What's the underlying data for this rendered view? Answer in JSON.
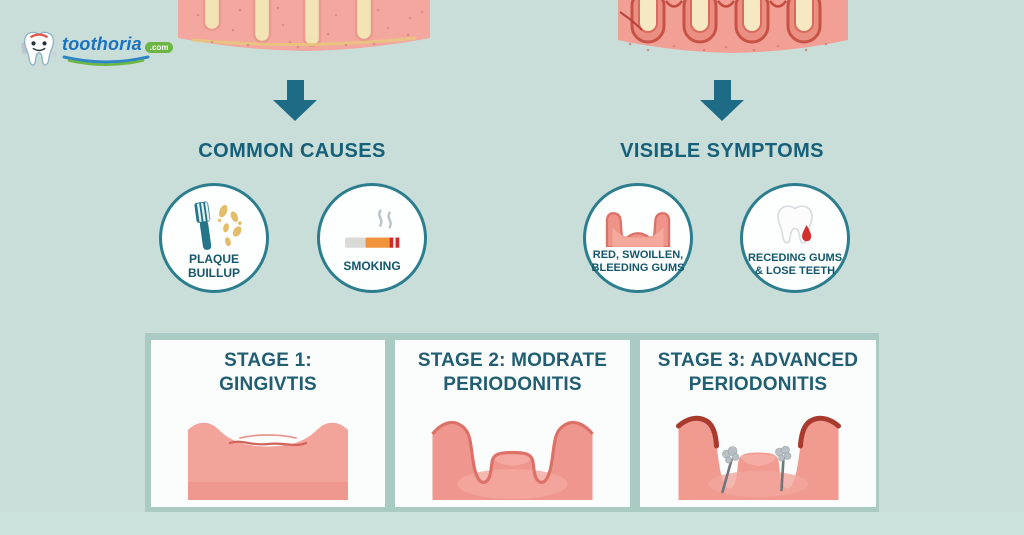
{
  "colors": {
    "background": "#c9ded9",
    "accent": "#1d6b85",
    "heading": "#16607a",
    "circle_border": "#2c7e8e",
    "label_text": "#14576b",
    "stage_title": "#215e72",
    "panel_gap": "#a9cbc4",
    "panel_bg": "#fbfdfd",
    "bottom_strip": "#cbe2df",
    "brand_blue": "#1a72c0",
    "brand_green": "#6cb643",
    "gum_pink": "#f2a39b"
  },
  "logo": {
    "brand": "toothoria",
    "tld": ".com"
  },
  "causes": {
    "title": "COMMON CAUSES",
    "items": [
      {
        "icon": "toothbrush-plaque-icon",
        "line1": "PLAQUE",
        "line2": "BUILLUP"
      },
      {
        "icon": "cigarette-icon",
        "line1": "SMOKING",
        "line2": ""
      }
    ]
  },
  "symptoms": {
    "title": "VISIBLE SYMPTOMS",
    "items": [
      {
        "icon": "inflamed-gums-icon",
        "line1": "RED, SWOILLEN,",
        "line2": "BLEEDING GUMS"
      },
      {
        "icon": "tooth-blood-drop-icon",
        "line1": "RECEDING GUMS",
        "line2": "& LOSE TEETH"
      }
    ]
  },
  "stages": [
    {
      "line1": "STAGE 1:",
      "line2": "GINGIVTIS",
      "illustration": "gingivitis-gum-illustration"
    },
    {
      "line1": "STAGE 2: MODRATE",
      "line2": "PERIODONITIS",
      "illustration": "moderate-periodontitis-gum-illustration"
    },
    {
      "line1": "STAGE 3: ADVANCED",
      "line2": "PERIODONITIS",
      "illustration": "advanced-periodontitis-gum-illustration"
    }
  ]
}
